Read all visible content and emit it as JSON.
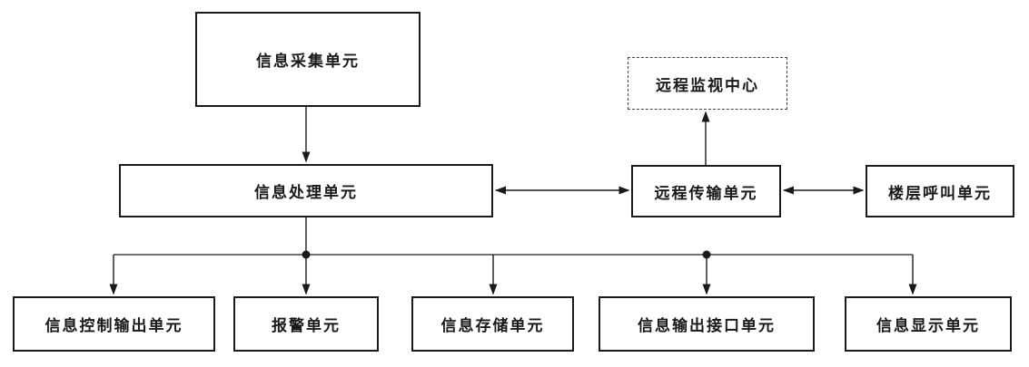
{
  "diagram": {
    "nodes": {
      "info_collection": {
        "label": "信息采集单元"
      },
      "info_processing": {
        "label": "信息处理单元"
      },
      "remote_monitor_center": {
        "label": "远程监视中心"
      },
      "remote_transmission": {
        "label": "远程传输单元"
      },
      "floor_call": {
        "label": "楼层呼叫单元"
      },
      "info_control_output": {
        "label": "信息控制输出单元"
      },
      "alarm": {
        "label": "报警单元"
      },
      "info_storage": {
        "label": "信息存储单元"
      },
      "info_output_interface": {
        "label": "信息输出接口单元"
      },
      "info_display": {
        "label": "信息显示单元"
      }
    },
    "colors": {
      "line": "#1a1a1a",
      "box_border": "#1a1a1a",
      "dashed_border": "#444444",
      "background": "#ffffff",
      "text": "#1a1a1a"
    }
  }
}
